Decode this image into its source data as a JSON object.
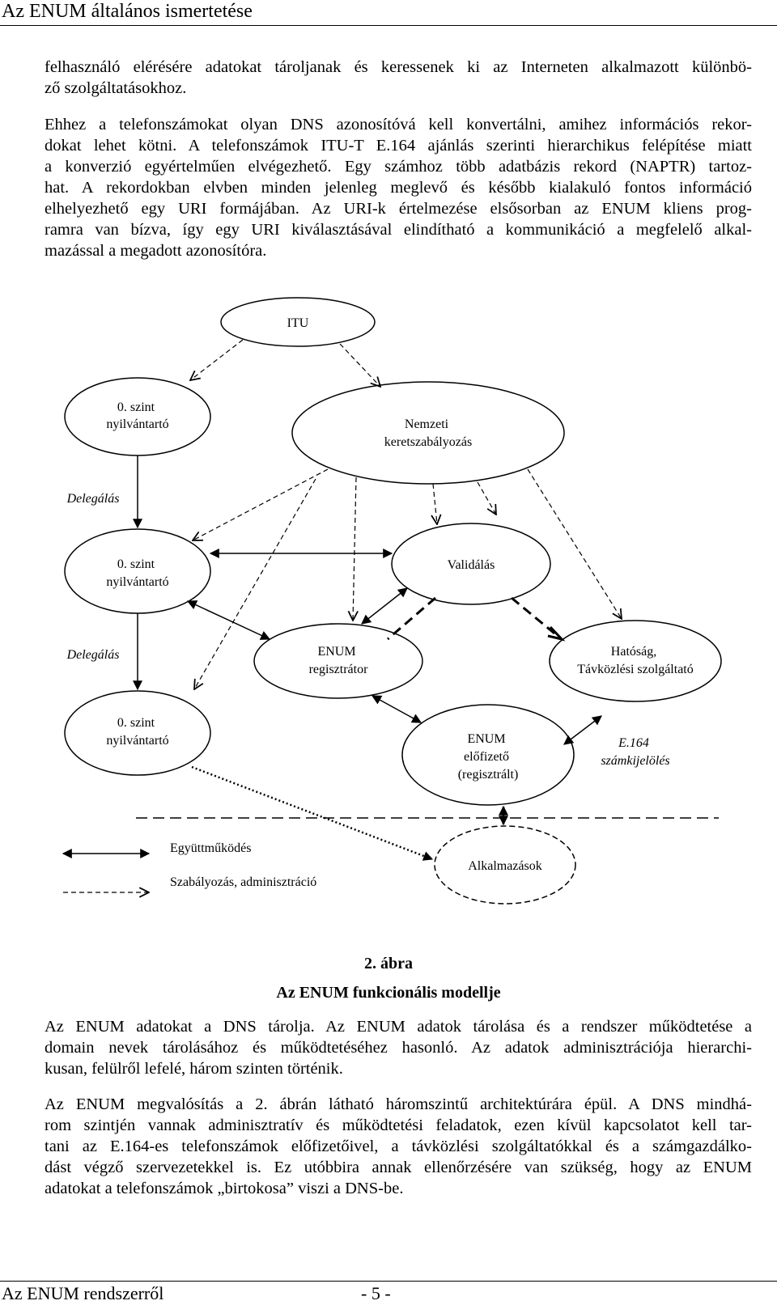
{
  "header": {
    "title": "Az ENUM általános ismertetése"
  },
  "intro_lines": [
    "felhasználó elérésére adatokat tároljanak és keressenek ki az Interneten alkalmazott különbö-",
    "ző szolgáltatásokhoz."
  ],
  "para1_lines": [
    "Ehhez a telefonszámokat olyan DNS azonosítóvá kell konvertálni, amihez információs rekor-",
    "dokat lehet kötni. A telefonszámok ITU-T E.164 ajánlás szerinti hierarchikus felépítése miatt",
    "a konverzió egyértelműen elvégezhető. Egy számhoz több adatbázis rekord (NAPTR) tartoz-",
    "hat. A rekordokban elvben minden jelenleg meglevő és később kialakuló fontos információ",
    "elhelyezhető egy URI formájában. Az URI-k értelmezése elsősorban az ENUM kliens prog-",
    "ramra van bízva, így egy URI kiválasztásával elindítható a kommunikáció a megfelelő alkal-",
    "mazással a megadott azonosítóra."
  ],
  "diagram": {
    "nodes": {
      "itu": "ITU",
      "tier0": [
        "0. szint",
        "nyilvántartó"
      ],
      "national": [
        "Nemzeti",
        "keretszabályozás"
      ],
      "tier1": [
        "0. szint",
        "nyilvántartó"
      ],
      "validation": "Validálás",
      "registrar": [
        "ENUM",
        "regisztrátor"
      ],
      "authority": [
        "Hatóság,",
        "Távközlési szolgáltató"
      ],
      "tier2": [
        "0. szint",
        "nyilvántartó"
      ],
      "subscriber": [
        "ENUM",
        "előfizető",
        "(regisztrált)"
      ],
      "applications": "Alkalmazások"
    },
    "labels": {
      "delegation1": "Delegálás",
      "delegation2": "Delegálás",
      "e164": [
        "E.164",
        "számkijelölés"
      ]
    },
    "legend": {
      "cooperation": "Együttműködés",
      "regulation": "Szabályozás, adminisztráció"
    }
  },
  "figure": {
    "number": "2. ábra",
    "title": "Az ENUM funkcionális modellje"
  },
  "para2_lines": [
    "Az ENUM adatokat a DNS tárolja. Az ENUM adatok tárolása és a rendszer működtetése a",
    "domain nevek tárolásához és működtetéséhez hasonló. Az adatok adminisztrációja hierarchi-",
    "kusan, felülről lefelé, három szinten történik."
  ],
  "para3_lines": [
    "Az ENUM megvalósítás a 2. ábrán látható háromszintű architektúrára épül. A DNS mindhá-",
    "rom szintjén vannak adminisztratív és működtetési feladatok, ezen kívül kapcsolatot kell tar-",
    "tani az E.164-es telefonszámok előfizetőivel, a távközlési szolgáltatókkal és a számgazdálko-",
    "dást végző szervezetekkel is. Ez utóbbira annak ellenőrzésére van szükség, hogy az ENUM",
    "adatokat a telefonszámok „birtokosa” viszi a DNS-be."
  ],
  "footer": {
    "left": "Az ENUM rendszerről",
    "page": "- 5 -"
  }
}
